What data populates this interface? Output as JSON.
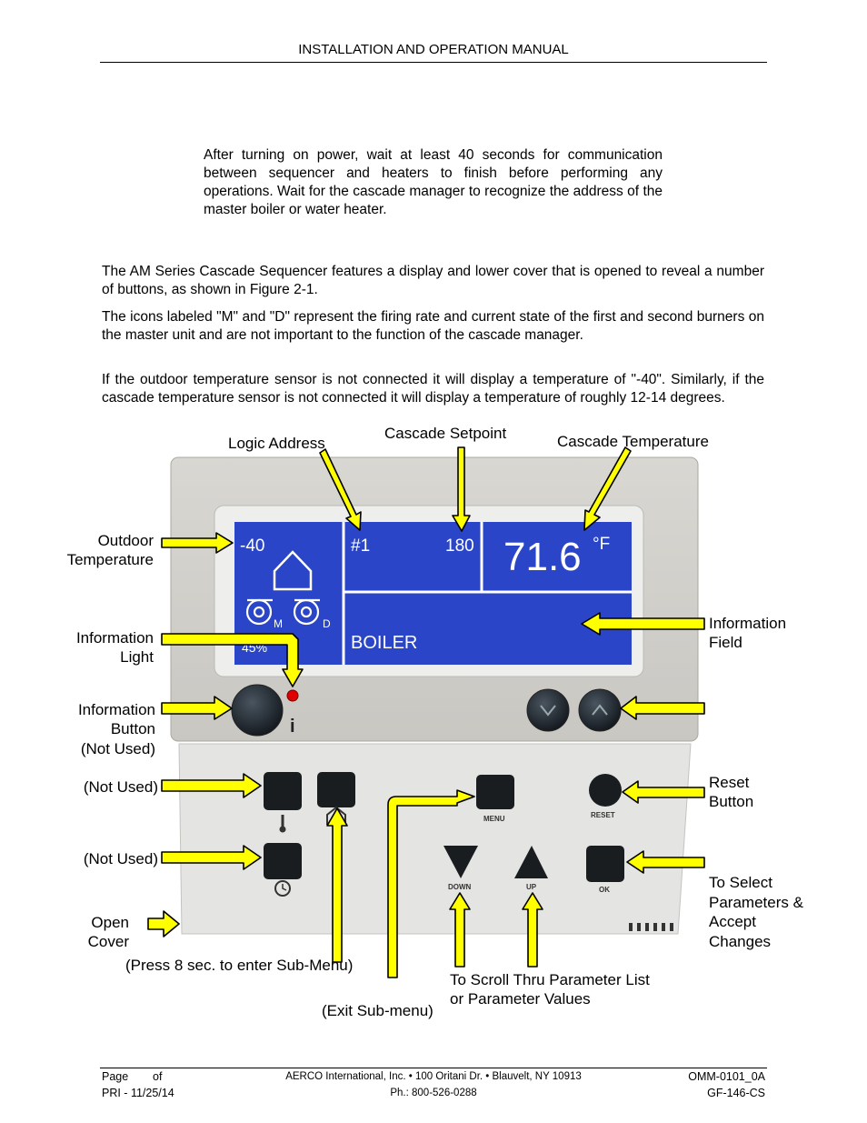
{
  "header": {
    "title": "INSTALLATION AND OPERATION MANUAL"
  },
  "note": "After turning on power, wait at least 40 seconds for communication between sequencer and heaters to finish before performing any operations. Wait for the cascade manager to recognize the address of the master boiler or water heater.",
  "paragraphs": [
    "The AM Series Cascade Sequencer features a display and lower cover that is opened to reveal a number of buttons, as shown in Figure 2-1.",
    "The icons labeled \"M\" and \"D\" represent the firing rate and current state of the first and second burners on the master unit and are not important to the function of the cascade manager.",
    "If the outdoor temperature sensor is not connected it will display a temperature of \"-40\". Similarly, if the cascade temperature sensor is not connected it will display a temperature of roughly 12-14 degrees."
  ],
  "figure": {
    "labels": {
      "logic_address": "Logic Address",
      "cascade_setpoint": "Cascade Setpoint",
      "cascade_temperature": "Cascade Temperature",
      "outdoor_1": "Outdoor",
      "outdoor_2": "Temperature",
      "info_light_1": "Information",
      "info_light_2": "Light",
      "info_button_1": "Information",
      "info_button_2": "Button",
      "info_button_3": "(Not Used)",
      "info_field_1": "Information",
      "info_field_2": "Field",
      "not_used_1": "(Not Used)",
      "not_used_2": "(Not Used)",
      "reset_1": "Reset",
      "reset_2": "Button",
      "select_1": "To Select",
      "select_2": "Parameters &",
      "select_3": "Accept",
      "select_4": "Changes",
      "open_1": "Open",
      "open_2": "Cover",
      "press8": "(Press 8 sec. to enter Sub-Menu)",
      "scroll_1": "To Scroll Thru Parameter List",
      "scroll_2": "or Parameter Values",
      "exit": "(Exit Sub-menu)"
    },
    "display": {
      "outdoor_temp": "-40",
      "address": "#1",
      "setpoint": "180",
      "temperature": "71.6",
      "unit": "°F",
      "burner_m": "M",
      "burner_d": "D",
      "rate": "45%",
      "info": "BOILER"
    },
    "buttons": {
      "info_glyph": "i",
      "menu": "MENU",
      "reset": "RESET",
      "down": "DOWN",
      "up": "UP",
      "ok": "OK"
    },
    "colors": {
      "screen": "#2a45c8",
      "arrow": "#ffff00",
      "led": "#e00000"
    }
  },
  "footer": {
    "page": "Page",
    "of": "of",
    "revision": "PRI - 11/25/14",
    "company": "AERCO International, Inc. • 100 Oritani Dr. •  Blauvelt, NY 10913",
    "phone": "Ph.: 800-526-0288",
    "doc_number": "OMM-0101_0A",
    "form_number": "GF-146-CS"
  }
}
